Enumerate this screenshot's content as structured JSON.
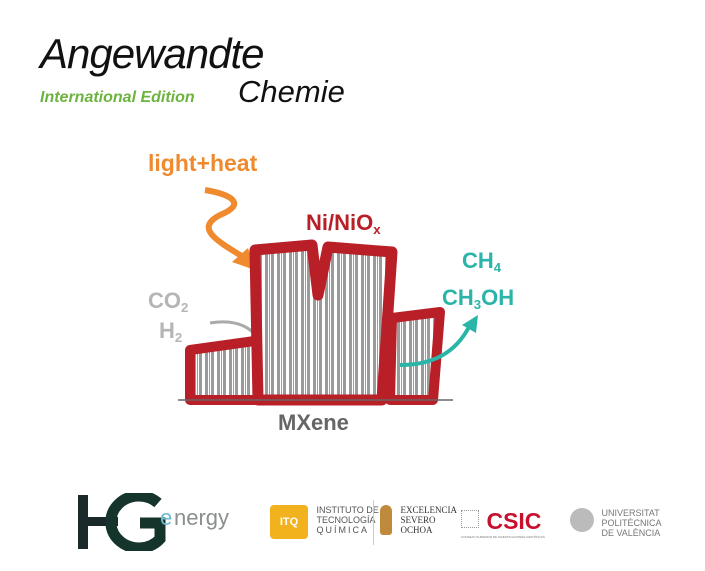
{
  "journal": {
    "name": "Angewandte",
    "edition": "International Edition",
    "subtitle": "Chemie"
  },
  "diagram": {
    "input_energy": "light+heat",
    "catalyst": "Ni/NiO",
    "catalyst_sub": "x",
    "reactant_1": "CO",
    "reactant_1_sub": "2",
    "reactant_2": "H",
    "reactant_2_sub": "2",
    "product_1": "CH",
    "product_1_sub": "4",
    "product_2_a": "CH",
    "product_2_sub": "3",
    "product_2_b": "OH",
    "support": "MXene",
    "colors": {
      "energy": "#ef8a2e",
      "catalyst": "#b81f27",
      "product": "#2bb5a8",
      "reactant": "#b5b5b5"
    }
  },
  "logos": {
    "hg": "HGenergy",
    "itq": [
      "INSTITUTO DE",
      "TECNOLOGÍA",
      "QUÍMICA"
    ],
    "itq_mark": "ITQ",
    "severo": [
      "EXCELENCIA",
      "SEVERO",
      "OCHOA"
    ],
    "csic": "CSIC",
    "csic_sub": "CONSEJO SUPERIOR DE INVESTIGACIONES CIENTÍFICAS",
    "upv": [
      "UNIVERSITAT",
      "POLITÈCNICA",
      "DE VALÈNCIA"
    ]
  }
}
